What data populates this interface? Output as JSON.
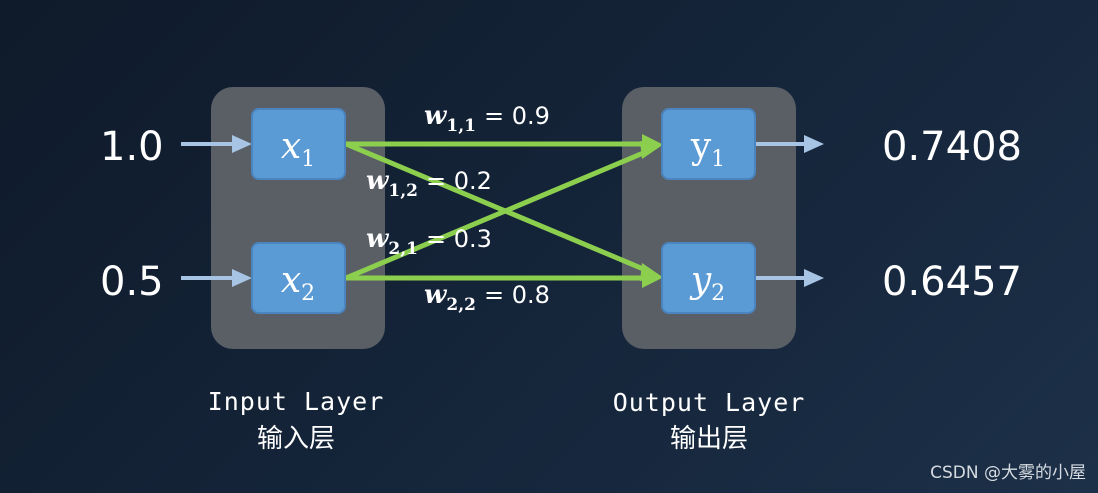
{
  "inputs": [
    {
      "value": "1.0",
      "node_var": "x",
      "node_sub": "1"
    },
    {
      "value": "0.5",
      "node_var": "x",
      "node_sub": "2"
    }
  ],
  "outputs": [
    {
      "value": "0.7408",
      "node_var": "y",
      "node_sub": "1"
    },
    {
      "value": "0.6457",
      "node_var": "y",
      "node_sub": "2"
    }
  ],
  "weights": [
    {
      "var": "w",
      "sub": "1,1",
      "value": "= 0.9"
    },
    {
      "var": "w",
      "sub": "1,2",
      "value": "= 0.2"
    },
    {
      "var": "w",
      "sub": "2,1",
      "value": "= 0.3"
    },
    {
      "var": "w",
      "sub": "2,2",
      "value": "= 0.8"
    }
  ],
  "input_layer": {
    "title": "Input Layer",
    "title_cn": "输入层"
  },
  "output_layer": {
    "title": "Output Layer",
    "title_cn": "输出层"
  },
  "watermark": "CSDN @大雾的小屋",
  "colors": {
    "background": "#15253a",
    "layer_box": "#5a5f66",
    "node": "#5b9bd5",
    "edge": "#8ccf4e",
    "io_arrow": "#a7c4e4"
  }
}
